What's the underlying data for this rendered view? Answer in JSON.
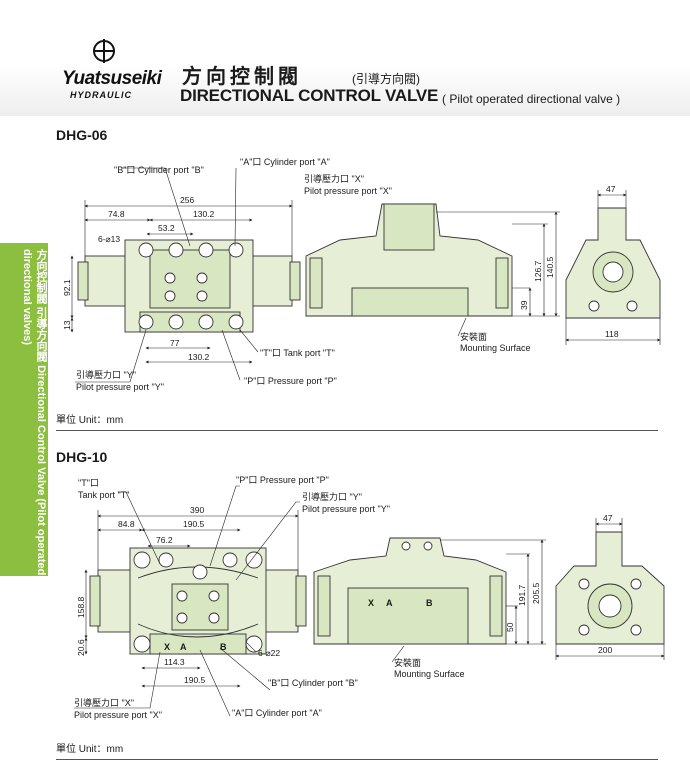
{
  "header": {
    "brand": "Yuatsuseiki",
    "brand_sub": "HYDRAULIC",
    "title_cn": "方向控制閥",
    "title_cn_sub": "(引導方向閥)",
    "title_en": "DIRECTIONAL CONTROL VALVE",
    "title_en_sub": "( Pilot operated directional valve )"
  },
  "sidebar": {
    "text": "方向控制閥 引導方向閥 Directional Control Valve (Pilot operated directional valves)"
  },
  "colors": {
    "body_fill": "#e6efd6",
    "accent_green": "#8cbf3f"
  },
  "dhg06": {
    "title": "DHG-06",
    "unit": "單位 Unit：mm",
    "labels": {
      "port_b": "\"B\"口 Cylinder port \"B\"",
      "port_a": "\"A\"口 Cylinder port \"A\"",
      "pilot_x_cn": "引導壓力口 \"X\"",
      "pilot_x_en": "Pilot pressure port \"X\"",
      "port_t": "\"T\"口 Tank port \"T\"",
      "pilot_y_cn": "引導壓力口 \"Y\"",
      "pilot_y_en": "Pilot pressure port \"Y\"",
      "port_p": "\"P\"口 Pressure port \"P\"",
      "mount_cn": "安裝面",
      "mount_en": "Mounting Surface"
    },
    "dims": {
      "d256": "256",
      "d74_8": "74.8",
      "d130_2": "130.2",
      "d53_2": "53.2",
      "d6_13": "6-⌀13",
      "d92_1": "92.1",
      "d13": "13",
      "d77": "77",
      "d130_2b": "130.2",
      "d47": "47",
      "d126_7": "126.7",
      "d140_5": "140.5",
      "d39": "39",
      "d118": "118"
    }
  },
  "dhg10": {
    "title": "DHG-10",
    "unit": "單位 Unit：mm",
    "labels": {
      "port_t_cn": "\"T\"口",
      "port_t_en": "Tank port \"T\"",
      "port_p": "\"P\"口 Pressure port \"P\"",
      "pilot_y_cn": "引導壓力口 \"Y\"",
      "pilot_y_en": "Pilot pressure port \"Y\"",
      "pilot_x_cn": "引導壓力口 \"X\"",
      "pilot_x_en": "Pilot pressure port \"X\"",
      "port_b": "\"B\"口 Cylinder port \"B\"",
      "port_a": "\"A\"口 Cylinder port \"A\"",
      "mount_cn": "安裝面",
      "mount_en": "Mounting Surface",
      "mark_x": "X",
      "mark_a": "A",
      "mark_b": "B"
    },
    "dims": {
      "d390": "390",
      "d84_8": "84.8",
      "d190_5": "190.5",
      "d76_2": "76.2",
      "d158_8": "158.8",
      "d20_6": "20.6",
      "d114_3": "114.3",
      "d190_5b": "190.5",
      "d6_22": "6-⌀22",
      "d47": "47",
      "d191_7": "191.7",
      "d205_5": "205.5",
      "d50": "50",
      "d200": "200"
    }
  }
}
